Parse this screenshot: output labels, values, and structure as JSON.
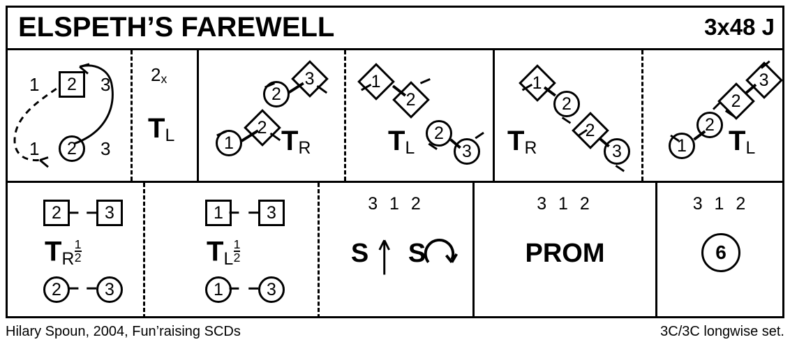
{
  "header": {
    "title": "ELSPETH’S FAREWELL",
    "meta": "3x48 J"
  },
  "footer": {
    "credit": "Hilary Spoun, 2004, Fun’raising SCDs",
    "set": "3C/3C longwise set."
  },
  "bars": {
    "row1": [
      {
        "name": "figure-crossover",
        "top_row": [
          "1",
          "2",
          "3"
        ],
        "bottom_row": [
          "1",
          "2",
          "3"
        ],
        "top_marked": "2",
        "bottom_marked": "2",
        "paths": [
          "solid-loop-up",
          "dashed-loop-down"
        ]
      },
      {
        "name": "turn-left-twice",
        "repeat": "2",
        "repeat_suffix": "x",
        "move": "T",
        "move_sub": "L"
      },
      {
        "name": "diagonal-turn-right-a",
        "move": "T",
        "move_sub": "R",
        "pairs": [
          {
            "a": {
              "shape": "circle",
              "num": "1"
            },
            "b": {
              "shape": "diamond",
              "num": "2"
            }
          },
          {
            "a": {
              "shape": "circle",
              "num": "2"
            },
            "b": {
              "shape": "diamond",
              "num": "3"
            }
          }
        ]
      },
      {
        "name": "diagonal-turn-left-a",
        "move": "T",
        "move_sub": "L",
        "pairs": [
          {
            "a": {
              "shape": "diamond",
              "num": "1"
            },
            "b": {
              "shape": "diamond",
              "num": "2"
            }
          },
          {
            "a": {
              "shape": "circle",
              "num": "2"
            },
            "b": {
              "shape": "circle",
              "num": "3"
            }
          }
        ]
      },
      {
        "name": "diagonal-turn-right-b",
        "move": "T",
        "move_sub": "R",
        "pairs": [
          {
            "a": {
              "shape": "diamond",
              "num": "1"
            },
            "b": {
              "shape": "circle",
              "num": "2"
            }
          },
          {
            "a": {
              "shape": "diamond",
              "num": "2"
            },
            "b": {
              "shape": "circle",
              "num": "3"
            }
          }
        ]
      },
      {
        "name": "diagonal-turn-left-b",
        "move": "T",
        "move_sub": "L",
        "pairs": [
          {
            "a": {
              "shape": "circle",
              "num": "1"
            },
            "b": {
              "shape": "circle",
              "num": "2"
            }
          },
          {
            "a": {
              "shape": "diamond",
              "num": "2"
            },
            "b": {
              "shape": "diamond",
              "num": "3"
            }
          }
        ]
      }
    ],
    "row2": [
      {
        "name": "turn-right-half-23",
        "move": "T",
        "move_sub": "R",
        "frac_num": "1",
        "frac_den": "2",
        "top_pair": [
          "2",
          "3"
        ],
        "bottom_pair": [
          "2",
          "3"
        ]
      },
      {
        "name": "turn-left-half-13",
        "move": "T",
        "move_sub": "L",
        "frac_num": "1",
        "frac_den": "2",
        "top_pair": [
          "1",
          "3"
        ],
        "bottom_pair": [
          "1",
          "3"
        ]
      },
      {
        "name": "set-advance-set-turn",
        "order": "3 1 2",
        "moves": [
          "S",
          "S"
        ],
        "move_icons": [
          "arrow-up-icon",
          "turn-clockwise-icon"
        ]
      },
      {
        "name": "promenade",
        "order": "3 1 2",
        "label": "PROM"
      },
      {
        "name": "circle-six",
        "order": "3 1 2",
        "circle_label": "6"
      }
    ]
  }
}
